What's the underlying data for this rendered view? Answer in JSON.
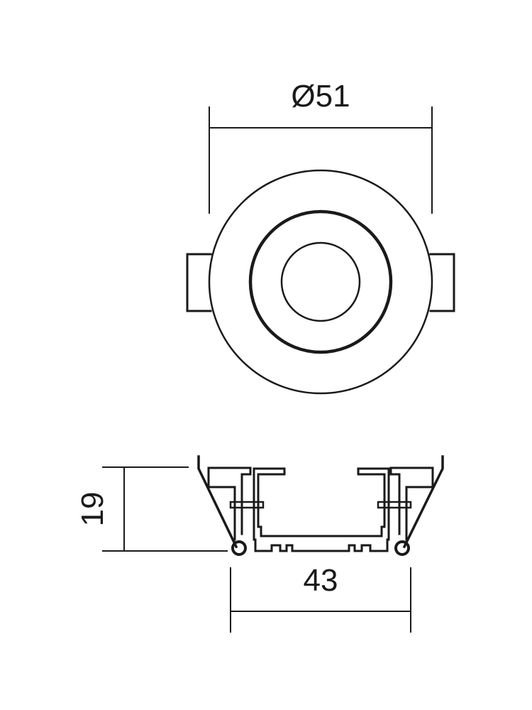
{
  "drawing": {
    "type": "technical-dimension-drawing",
    "subject": "recessed downlight",
    "line_color": "#1a1a1a",
    "background": "#ffffff"
  },
  "top_view": {
    "diameter_label": "Ø51",
    "outer_diameter": 51
  },
  "side_view": {
    "height_label": "19",
    "height": 19,
    "width_label": "43",
    "width": 43
  }
}
